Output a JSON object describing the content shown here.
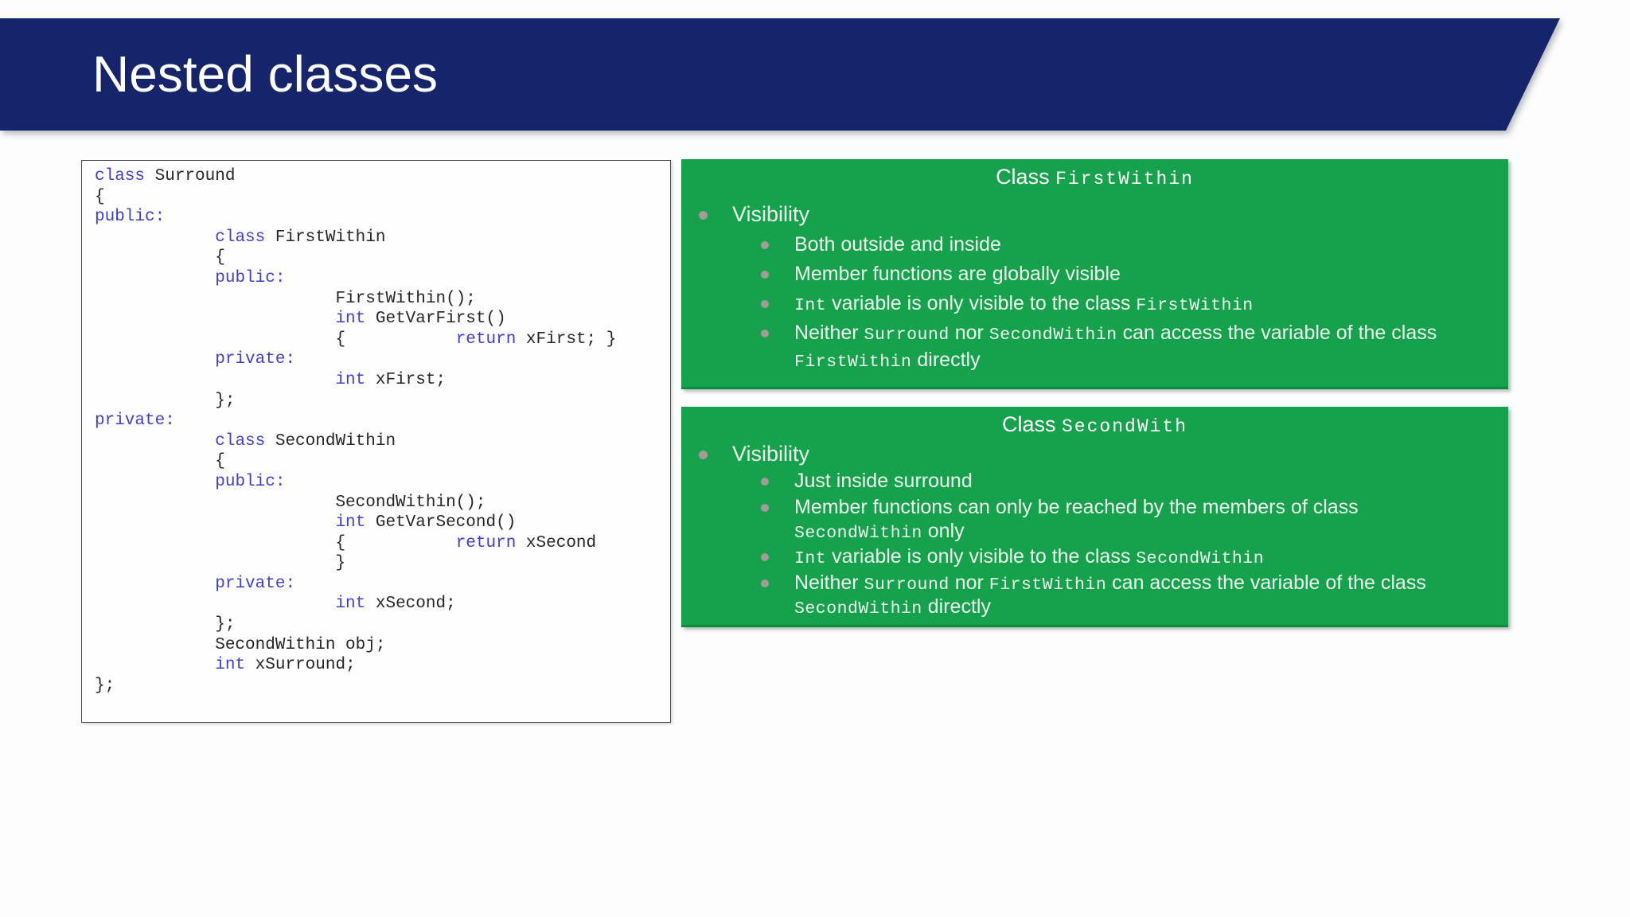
{
  "slide": {
    "title": "Nested classes"
  },
  "colors": {
    "banner_navy": "#16246b",
    "panel_green": "#16a24c",
    "keyword_blue": "#4040cf",
    "bullet_gray": "#a49a9a"
  },
  "code_panel": {
    "lines": [
      [
        {
          "k": true,
          "t": "class"
        },
        {
          "k": false,
          "t": " Surround"
        }
      ],
      [
        {
          "k": false,
          "t": "{"
        }
      ],
      [
        {
          "k": true,
          "t": "public:"
        }
      ],
      [
        {
          "k": false,
          "t": "            "
        },
        {
          "k": true,
          "t": "class"
        },
        {
          "k": false,
          "t": " FirstWithin"
        }
      ],
      [
        {
          "k": false,
          "t": "            {"
        }
      ],
      [
        {
          "k": false,
          "t": "            "
        },
        {
          "k": true,
          "t": "public:"
        }
      ],
      [
        {
          "k": false,
          "t": "                        FirstWithin();"
        }
      ],
      [
        {
          "k": false,
          "t": "                        "
        },
        {
          "k": true,
          "t": "int"
        },
        {
          "k": false,
          "t": " GetVarFirst()"
        }
      ],
      [
        {
          "k": false,
          "t": "                        {           "
        },
        {
          "k": true,
          "t": "return"
        },
        {
          "k": false,
          "t": " xFirst; }"
        }
      ],
      [
        {
          "k": false,
          "t": "            "
        },
        {
          "k": true,
          "t": "private:"
        }
      ],
      [
        {
          "k": false,
          "t": "                        "
        },
        {
          "k": true,
          "t": "int"
        },
        {
          "k": false,
          "t": " xFirst;"
        }
      ],
      [
        {
          "k": false,
          "t": "            };"
        }
      ],
      [
        {
          "k": false,
          "t": ""
        }
      ],
      [
        {
          "k": true,
          "t": "private:"
        }
      ],
      [
        {
          "k": false,
          "t": "            "
        },
        {
          "k": true,
          "t": "class"
        },
        {
          "k": false,
          "t": " SecondWithin"
        }
      ],
      [
        {
          "k": false,
          "t": "            {"
        }
      ],
      [
        {
          "k": false,
          "t": "            "
        },
        {
          "k": true,
          "t": "public:"
        }
      ],
      [
        {
          "k": false,
          "t": "                        SecondWithin();"
        }
      ],
      [
        {
          "k": false,
          "t": "                        "
        },
        {
          "k": true,
          "t": "int"
        },
        {
          "k": false,
          "t": " GetVarSecond()"
        }
      ],
      [
        {
          "k": false,
          "t": "                        {           "
        },
        {
          "k": true,
          "t": "return"
        },
        {
          "k": false,
          "t": " xSecond"
        }
      ],
      [
        {
          "k": false,
          "t": "                        }"
        }
      ],
      [
        {
          "k": false,
          "t": "            "
        },
        {
          "k": true,
          "t": "private:"
        }
      ],
      [
        {
          "k": false,
          "t": "                        "
        },
        {
          "k": true,
          "t": "int"
        },
        {
          "k": false,
          "t": " xSecond;"
        }
      ],
      [
        {
          "k": false,
          "t": "            };"
        }
      ],
      [
        {
          "k": false,
          "t": "            SecondWithin obj;"
        }
      ],
      [
        {
          "k": false,
          "t": "            "
        },
        {
          "k": true,
          "t": "int"
        },
        {
          "k": false,
          "t": " xSurround;"
        }
      ],
      [
        {
          "k": false,
          "t": "};"
        }
      ]
    ]
  },
  "panels": [
    {
      "title_prefix": "Class",
      "title_code": "FirstWithin",
      "bullets": [
        {
          "level": 1,
          "lines": [
            [
              {
                "m": false,
                "t": "Visibility"
              }
            ]
          ]
        },
        {
          "level": 2,
          "lines": [
            [
              {
                "m": false,
                "t": "Both outside and inside"
              }
            ]
          ]
        },
        {
          "level": 2,
          "lines": [
            [
              {
                "m": false,
                "t": "Member functions are globally visible"
              }
            ]
          ]
        },
        {
          "level": 2,
          "lines": [
            [
              {
                "m": true,
                "t": "Int"
              },
              {
                "m": false,
                "t": " variable is only visible to the class "
              },
              {
                "m": true,
                "t": "FirstWithin"
              }
            ]
          ]
        },
        {
          "level": 2,
          "lines": [
            [
              {
                "m": false,
                "t": "Neither "
              },
              {
                "m": true,
                "t": "Surround"
              },
              {
                "m": false,
                "t": " nor "
              },
              {
                "m": true,
                "t": "SecondWithin"
              },
              {
                "m": false,
                "t": " can access the variable of the class"
              }
            ],
            [
              {
                "m": true,
                "t": "FirstWithin"
              },
              {
                "m": false,
                "t": " directly"
              }
            ]
          ]
        }
      ]
    },
    {
      "title_prefix": "Class",
      "title_code": "SecondWith",
      "bullets": [
        {
          "level": 1,
          "lines": [
            [
              {
                "m": false,
                "t": "Visibility"
              }
            ]
          ]
        },
        {
          "level": 2,
          "lines": [
            [
              {
                "m": false,
                "t": "Just inside surround"
              }
            ]
          ]
        },
        {
          "level": 2,
          "lines": [
            [
              {
                "m": false,
                "t": "Member functions can only be reached by the members of class"
              }
            ],
            [
              {
                "m": true,
                "t": "SecondWithin"
              },
              {
                "m": false,
                "t": " only"
              }
            ]
          ]
        },
        {
          "level": 2,
          "lines": [
            [
              {
                "m": true,
                "t": "Int"
              },
              {
                "m": false,
                "t": " variable is only visible to the class "
              },
              {
                "m": true,
                "t": "SecondWithin"
              }
            ]
          ]
        },
        {
          "level": 2,
          "lines": [
            [
              {
                "m": false,
                "t": "Neither "
              },
              {
                "m": true,
                "t": "Surround"
              },
              {
                "m": false,
                "t": " nor "
              },
              {
                "m": true,
                "t": "FirstWithin"
              },
              {
                "m": false,
                "t": " can access the variable of the class"
              }
            ],
            [
              {
                "m": true,
                "t": "SecondWithin"
              },
              {
                "m": false,
                "t": " directly"
              }
            ]
          ]
        }
      ]
    }
  ]
}
